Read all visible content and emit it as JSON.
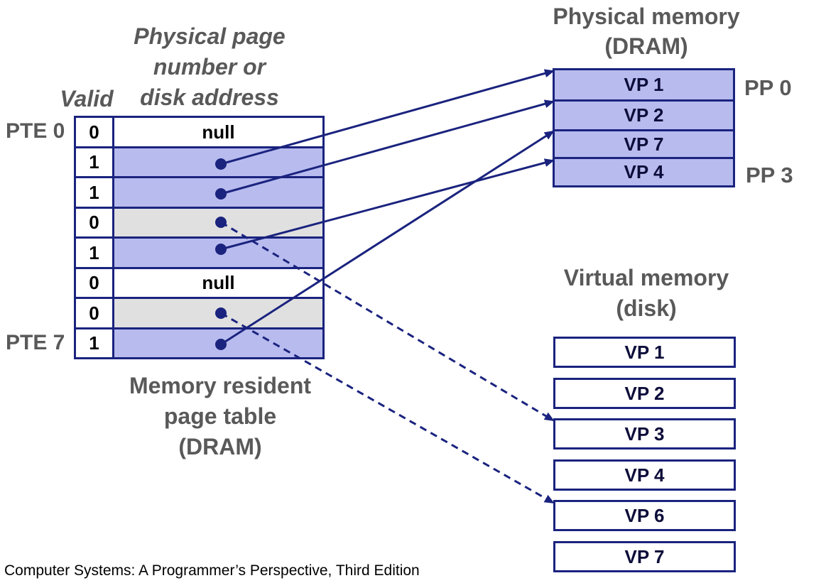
{
  "headers": {
    "valid": "Valid",
    "ppn_line1": "Physical page",
    "ppn_line2": "number or",
    "ppn_line3": "disk address",
    "phys_line1": "Physical memory",
    "phys_line2": "(DRAM)",
    "virt_line1": "Virtual memory",
    "virt_line2": "(disk)",
    "pt_line1": "Memory resident",
    "pt_line2": "page table",
    "pt_line3": "(DRAM)"
  },
  "pte_labels": {
    "first": "PTE 0",
    "last": "PTE 7"
  },
  "page_table": [
    {
      "valid": "0",
      "text": "null",
      "kind": "null"
    },
    {
      "valid": "1",
      "text": "",
      "kind": "resident"
    },
    {
      "valid": "1",
      "text": "",
      "kind": "resident"
    },
    {
      "valid": "0",
      "text": "",
      "kind": "disk"
    },
    {
      "valid": "1",
      "text": "",
      "kind": "resident"
    },
    {
      "valid": "0",
      "text": "null",
      "kind": "null"
    },
    {
      "valid": "0",
      "text": "",
      "kind": "disk"
    },
    {
      "valid": "1",
      "text": "",
      "kind": "resident"
    }
  ],
  "physical_memory": [
    "VP 1",
    "VP 2",
    "VP 7",
    "VP 4"
  ],
  "pp_labels": {
    "first": "PP 0",
    "last": "PP 3"
  },
  "virtual_memory": [
    "VP 1",
    "VP 2",
    "VP 3",
    "VP 4",
    "VP 6",
    "VP 7"
  ],
  "colors": {
    "border": "#1a237e",
    "resident_fill": "#b8bbee",
    "disk_fill": "#e0e0e0",
    "arrow": "#1a237e",
    "header_text": "#595959"
  },
  "footer": "Computer Systems: A Programmer’s Perspective, Third Edition"
}
